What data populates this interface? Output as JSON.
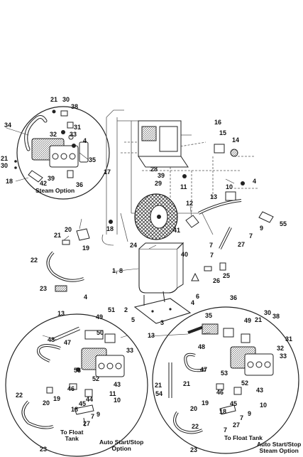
{
  "diagram": {
    "captions": {
      "steam_option": "Steam Option",
      "float_tank": [
        "To Float",
        "Tank"
      ],
      "auto_start_stop_left": [
        "Auto Start/Stop",
        "Option"
      ],
      "float_tank_right": "To Float Tank",
      "auto_start_stop_right": [
        "Auto Start/Stop",
        "Steam Option"
      ]
    },
    "callouts": {
      "top_left": [
        "21",
        "30",
        "38",
        "31",
        "34",
        "32",
        "33",
        "4",
        "21",
        "30",
        "35",
        "18",
        "42",
        "39",
        "36"
      ],
      "main": [
        "16",
        "15",
        "14",
        "17",
        "39",
        "28",
        "29",
        "11",
        "10",
        "4",
        "13",
        "12",
        "55",
        "9",
        "7",
        "20",
        "21",
        "19",
        "18",
        "24",
        "41",
        "40",
        "7",
        "1, 8",
        "27",
        "7",
        "25",
        "26",
        "2",
        "6",
        "5",
        "3",
        "22",
        "23"
      ],
      "bottom_left": [
        "4",
        "13",
        "49",
        "51",
        "50",
        "48",
        "47",
        "33",
        "53",
        "52",
        "43",
        "46",
        "19",
        "11",
        "44",
        "20",
        "22",
        "45",
        "10",
        "18",
        "9",
        "27",
        "7",
        "23"
      ],
      "bottom_right": [
        "36",
        "4",
        "35",
        "30",
        "38",
        "21",
        "49",
        "31",
        "13",
        "48",
        "32",
        "33",
        "47",
        "53",
        "52",
        "21",
        "43",
        "54",
        "21",
        "46",
        "19",
        "20",
        "45",
        "10",
        "18",
        "9",
        "7",
        "27",
        "7",
        "22",
        "23"
      ]
    }
  }
}
